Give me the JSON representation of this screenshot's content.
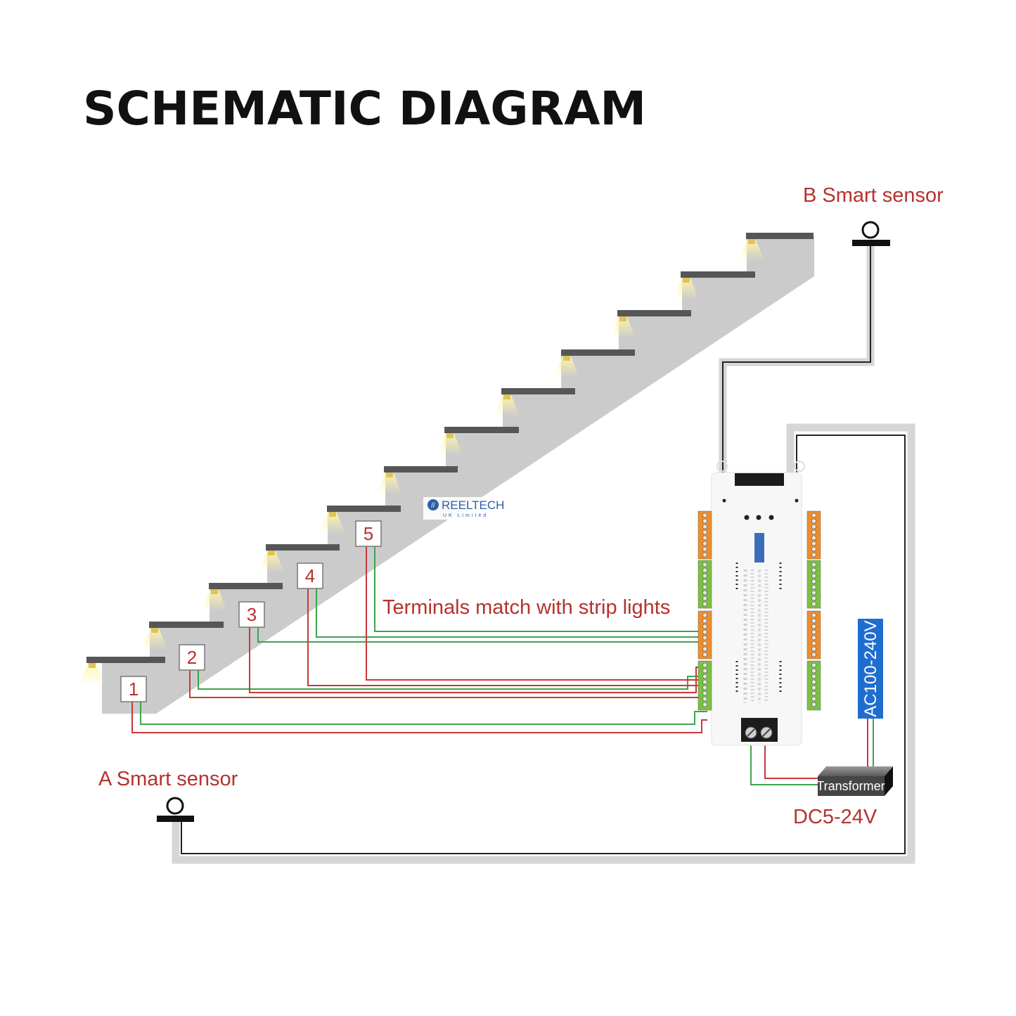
{
  "title": "SCHEMATIC DIAGRAM",
  "labels": {
    "b_sensor": "B Smart sensor",
    "a_sensor": "A Smart sensor",
    "terminals": "Terminals match with strip lights",
    "dc": "DC5-24V",
    "ac": "AC100-240V",
    "transformer": "Transformer"
  },
  "steps": [
    "1",
    "2",
    "3",
    "4",
    "5"
  ],
  "watermark": {
    "brand": "REELTECH",
    "sub": "UK Limited"
  },
  "colors": {
    "label_red": "#b5322f",
    "wire_red": "#c8393a",
    "wire_green": "#3fa34d",
    "stair_gray": "#cbcbcb",
    "tread_dark": "#565656",
    "terminal_orange": "#ef8d2b",
    "terminal_green": "#7ac142",
    "ac_blue": "#1f6ecf"
  }
}
